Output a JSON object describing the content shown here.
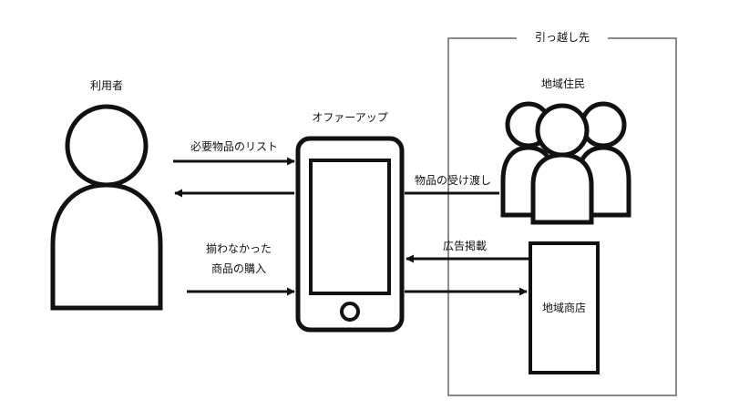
{
  "diagram": {
    "user_label": "利用者",
    "app_label": "オファーアップ",
    "group_label": "引っ越し先",
    "residents_label": "地域住民",
    "shop_label": "地域商店",
    "arrow_list_label": "必要物品のリスト",
    "arrow_purchase_line1": "揃わなかった",
    "arrow_purchase_line2": "商品の購入",
    "arrow_handover_label": "物品の受け渡し",
    "arrow_ad_label": "広告掲載"
  },
  "colors": {
    "stroke": "#111111",
    "group_border": "#6f6f6f",
    "background": "#ffffff"
  }
}
